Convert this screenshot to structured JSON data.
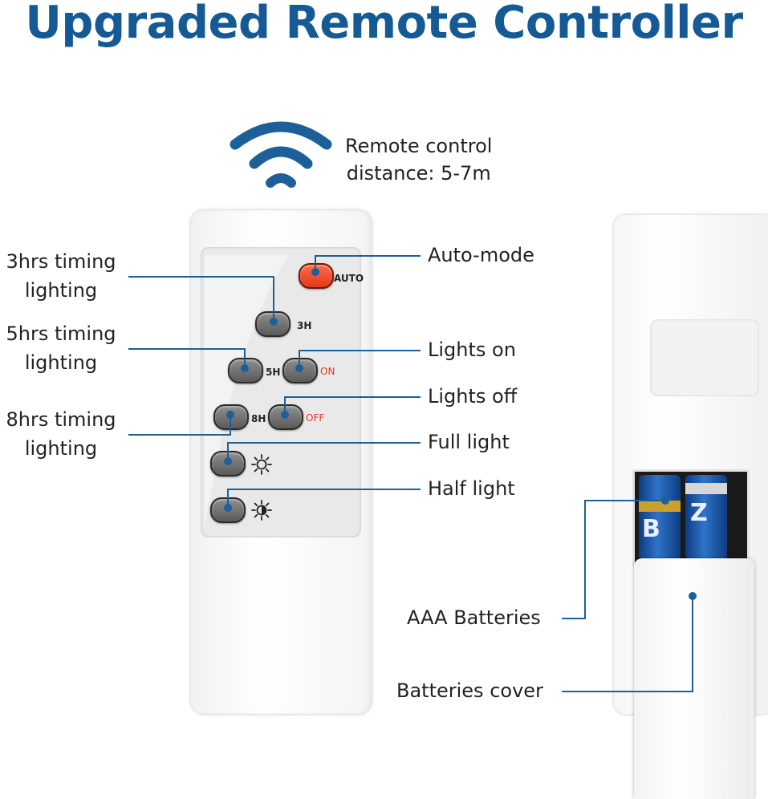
{
  "title": "Upgraded Remote Controller",
  "range": {
    "line1": "Remote control",
    "line2": "distance: 5-7m"
  },
  "labels": {
    "h3": {
      "line1": "3hrs timing",
      "line2": "lighting"
    },
    "h5": {
      "line1": "5hrs timing",
      "line2": "lighting"
    },
    "h8": {
      "line1": "8hrs timing",
      "line2": "lighting"
    },
    "auto_mode": "Auto-mode",
    "lights_on": "Lights on",
    "lights_off": "Lights off",
    "full_light": "Full light",
    "half_light": "Half light",
    "aaa_batteries": "AAA Batteries",
    "batteries_cover": "Batteries cover"
  },
  "buttons": {
    "auto": "AUTO",
    "h3": "3H",
    "h5": "5H",
    "on": "ON",
    "h8": "8H",
    "off": "OFF"
  },
  "battery_letters": {
    "left": "B",
    "right": "Z"
  },
  "colors": {
    "accent": "#155a94",
    "line": "#1d5f98",
    "auto_button": "#f0502e",
    "on_off_text": "#e03a22"
  }
}
